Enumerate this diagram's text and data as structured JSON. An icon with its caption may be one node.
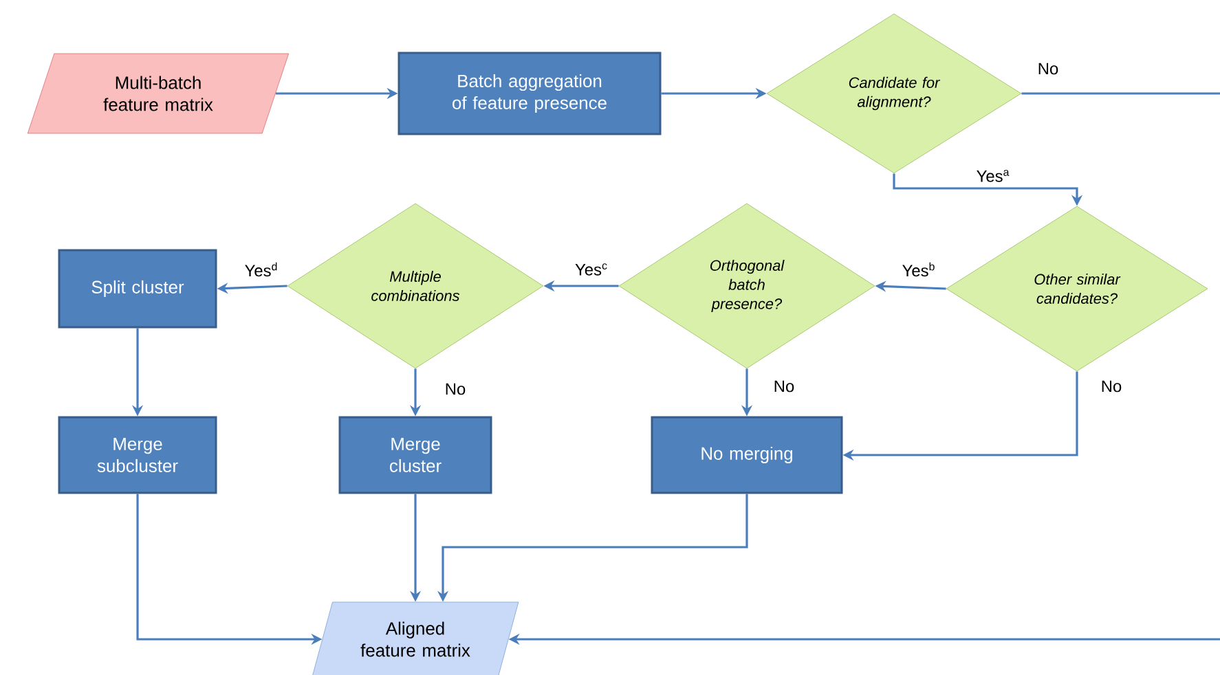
{
  "diagram": {
    "nodes": [
      {
        "text": [
          "Multi-batch feature matrix"
        ]
      },
      {
        "text": [
          "Batch aggregation of feature presence"
        ]
      },
      {
        "text": [
          "Candidate for alignment?"
        ]
      },
      {
        "text": [
          "Other similar candidates?"
        ]
      },
      {
        "text": [
          "Orthogonal batch presence?"
        ]
      },
      {
        "text": [
          "Multiple combinations"
        ]
      },
      {
        "text": [
          "Split cluster"
        ]
      },
      {
        "text": [
          "Merge subcluster"
        ]
      },
      {
        "text": [
          "Merge cluster"
        ]
      },
      {
        "text": [
          "No merging"
        ]
      },
      {
        "text": [
          "Aligned feature matrix"
        ]
      }
    ],
    "edges": [
      {
        "from": 0,
        "to": 1,
        "arrow": "to"
      },
      {
        "from": 1,
        "to": 2,
        "arrow": "to"
      },
      {
        "from": 2,
        "to": null,
        "arrow": "none",
        "label": "No"
      },
      {
        "from": 2,
        "to": 3,
        "arrow": "to",
        "label": "Yes$^{a}$"
      },
      {
        "from": 3,
        "to": 4,
        "arrow": "to",
        "label": "Yes$^{b}$"
      },
      {
        "from": 4,
        "to": 5,
        "arrow": "to",
        "label": "Yes$^{c}$"
      },
      {
        "from": 5,
        "to": 6,
        "arrow": "to",
        "label": "Yes$^{d}$"
      },
      {
        "from": 5,
        "to": 8,
        "arrow": "to",
        "label": "No"
      },
      {
        "from": 4,
        "to": 9,
        "arrow": "to",
        "label": "No"
      },
      {
        "from": 3,
        "to": 9,
        "arrow": "to",
        "label": "No"
      },
      {
        "from": 6,
        "to": 7,
        "arrow": "to"
      },
      {
        "from": 7,
        "to": 10,
        "arrow": "to"
      },
      {
        "from": 8,
        "to": 10,
        "arrow": "to"
      },
      {
        "from": 9,
        "to": 10,
        "arrow": "to"
      },
      {
        "from": null,
        "to": 10,
        "arrow": "to"
      }
    ]
  }
}
